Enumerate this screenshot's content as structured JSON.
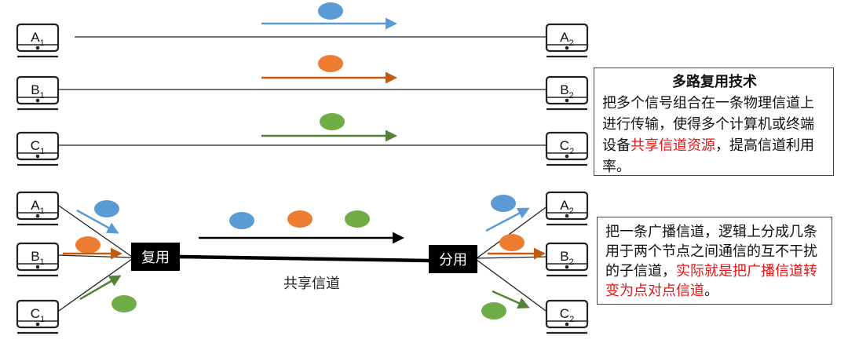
{
  "terminals": {
    "a1": {
      "letter": "A",
      "sub": "1"
    },
    "a2": {
      "letter": "A",
      "sub": "2"
    },
    "b1": {
      "letter": "B",
      "sub": "1"
    },
    "b2": {
      "letter": "B",
      "sub": "2"
    },
    "c1": {
      "letter": "C",
      "sub": "1"
    },
    "c2": {
      "letter": "C",
      "sub": "2"
    }
  },
  "mux_label": "复用",
  "demux_label": "分用",
  "channel_label": "共享信道",
  "box1": {
    "title": "多路复用技术",
    "body_1": "把多个信号组合在一条物理信道上进行传输，使得多个计算机或终端设备",
    "body_highlight": "共享信道资源",
    "body_2": "，提高信道利用率。"
  },
  "box2": {
    "body_1": "把一条广播信道，逻辑上分成几条用于两个节点之间通信的互不干扰的子信道，",
    "body_highlight": "实际就是把广播信道转变为点对点信道",
    "body_2": "。"
  },
  "colors": {
    "blue": "#5b9bd5",
    "orange": "#ed7d31",
    "green": "#70ad47",
    "red_text": "#e01818",
    "black": "#000000"
  }
}
